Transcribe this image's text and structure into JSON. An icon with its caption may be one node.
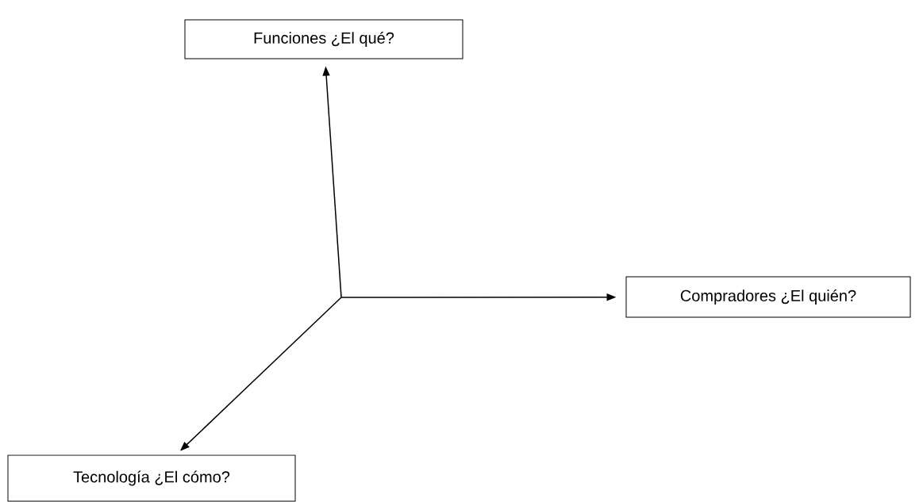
{
  "diagram": {
    "nodes": [
      {
        "text": [
          "Funciones ¿El qué?"
        ]
      },
      {
        "text": [
          "Compradores ¿El quién?"
        ]
      },
      {
        "text": [
          "Tecnología ¿El cómo?"
        ]
      }
    ],
    "edges": [
      {
        "from": null,
        "to": 0,
        "arrow": "to"
      },
      {
        "from": null,
        "to": 1,
        "arrow": "to"
      },
      {
        "from": null,
        "to": 2,
        "arrow": "to"
      }
    ]
  }
}
